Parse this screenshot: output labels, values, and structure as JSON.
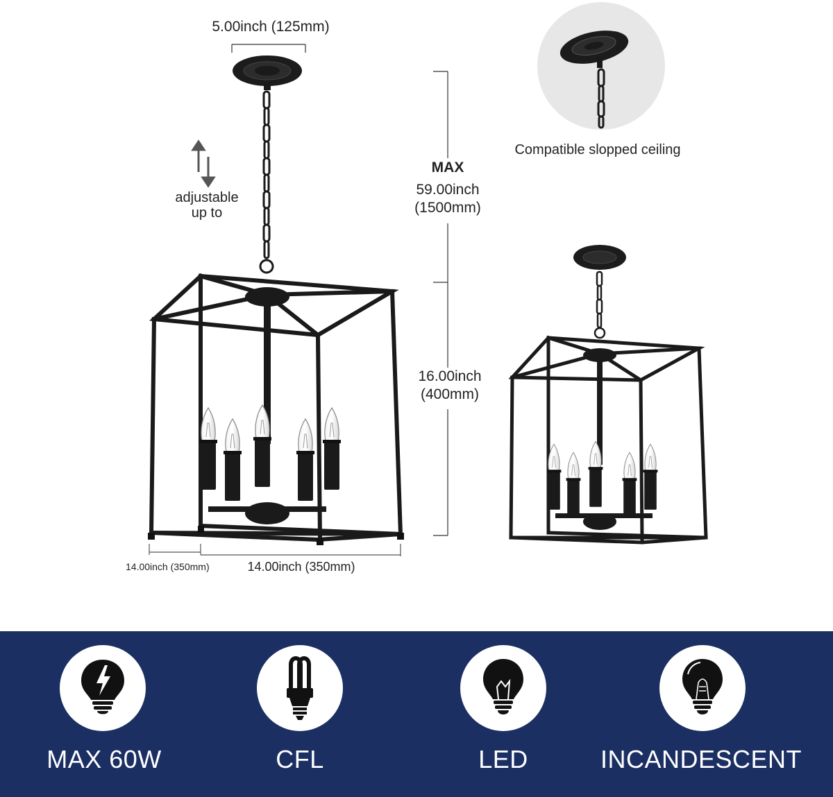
{
  "dimensions": {
    "canopy_width": "5.00inch (125mm)",
    "adjustable_line1": "adjustable",
    "adjustable_line2": "up to",
    "max_heading": "MAX",
    "max_height_line1": "59.00inch",
    "max_height_line2": "(1500mm)",
    "body_height_line1": "16.00inch",
    "body_height_line2": "(400mm)",
    "depth": "14.00inch (350mm)",
    "width": "14.00inch (350mm)"
  },
  "sloped_ceiling_caption": "Compatible slopped ceiling",
  "colors": {
    "band_background": "#1b2f63",
    "fixture_metal": "#1a1a1a",
    "label_text": "#222222"
  },
  "bulb_types": [
    {
      "icon": "lightning-bulb-icon",
      "label": "MAX 60W"
    },
    {
      "icon": "cfl-bulb-icon",
      "label": "CFL"
    },
    {
      "icon": "led-bulb-icon",
      "label": "LED"
    },
    {
      "icon": "incandescent-bulb-icon",
      "label": "INCANDESCENT"
    }
  ]
}
